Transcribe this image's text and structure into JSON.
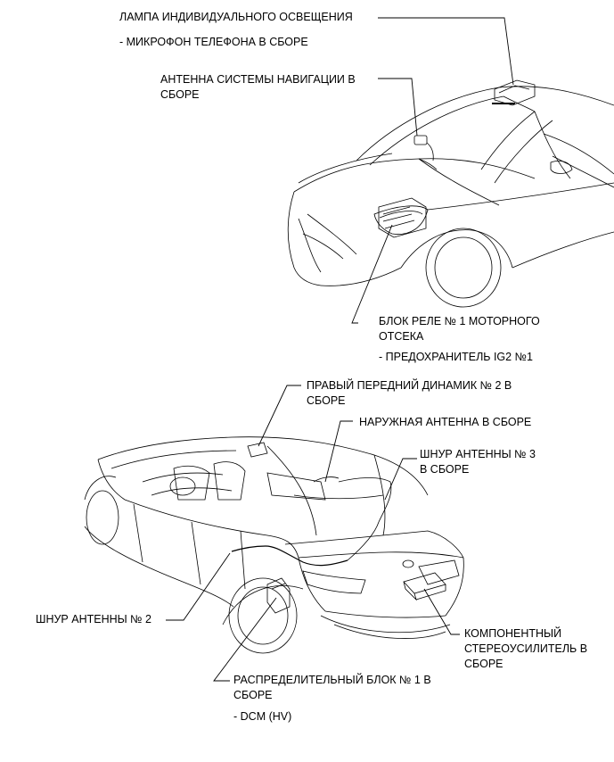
{
  "labels": {
    "lamp": "ЛАМПА ИНДИВИДУАЛЬНОГО ОСВЕЩЕНИЯ",
    "mic": "- МИКРОФОН ТЕЛЕФОНА В СБОРЕ",
    "nav_antenna": "АНТЕННА СИСТЕМЫ НАВИГАЦИИ В\nСБОРЕ",
    "relay_block": "БЛОК РЕЛЕ № 1 МОТОРНОГО\nОТСЕКА",
    "fuse": "- ПРЕДОХРАНИТЕЛЬ IG2 №1",
    "front_speaker": "ПРАВЫЙ ПЕРЕДНИЙ ДИНАМИК № 2 В\nСБОРЕ",
    "ext_antenna": "НАРУЖНАЯ АНТЕННА В СБОРЕ",
    "cord3": "ШНУР АНТЕННЫ № 3\nВ СБОРЕ",
    "cord2": "ШНУР АНТЕННЫ № 2",
    "amplifier": "КОМПОНЕНТНЫЙ\nСТЕРЕОУСИЛИТЕЛЬ В\nСБОРЕ",
    "junction_block": "РАСПРЕДЕЛИТЕЛЬНЫЙ БЛОК № 1 В\nСБОРЕ",
    "dcm": "- DCM (HV)"
  }
}
